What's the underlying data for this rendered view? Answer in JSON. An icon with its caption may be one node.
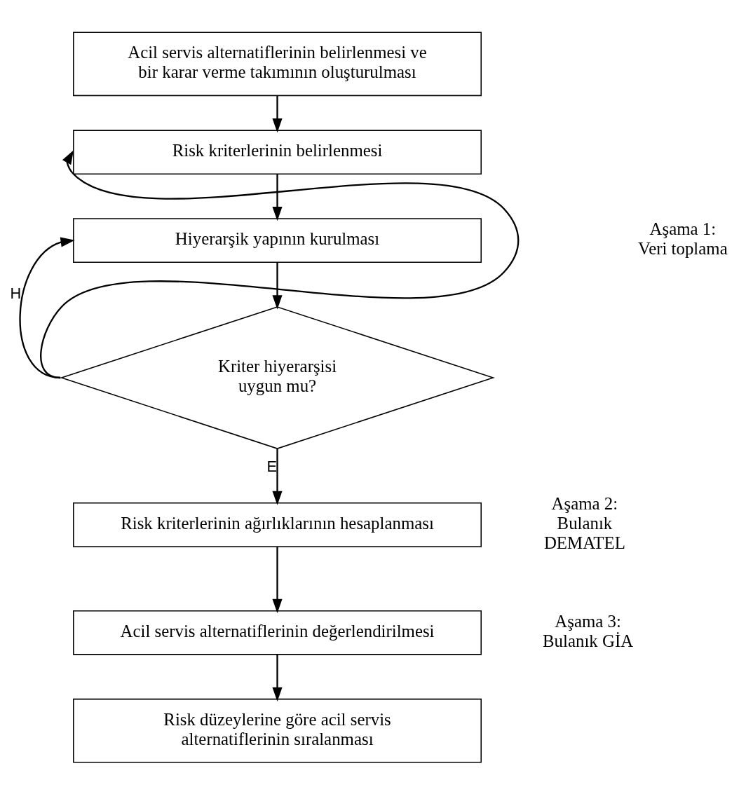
{
  "diagram": {
    "nodes": [
      {
        "text": [
          "Acil servis alternatiflerinin belirlenmesi ve bir karar verme takımının oluşturulması"
        ]
      },
      {
        "text": [
          "Risk kriterlerinin belirlenmesi"
        ]
      },
      {
        "text": [
          "Hiyerarşik yapının kurulması"
        ]
      },
      {
        "text": [
          "Kriter hiyerarşisi uygun mu?"
        ]
      },
      {
        "text": [
          "Risk kriterlerinin ağırlıklarının hesaplanması"
        ]
      },
      {
        "text": [
          "Acil servis alternatiflerinin değerlendirilmesi"
        ]
      },
      {
        "text": [
          "Risk düzeylerine göre acil servis alternatiflerinin sıralanması"
        ]
      }
    ],
    "edges": [
      {
        "from": 0,
        "to": 1,
        "arrow": "to"
      },
      {
        "from": 1,
        "to": 2,
        "arrow": "to"
      },
      {
        "from": 2,
        "to": 3,
        "arrow": "to"
      },
      {
        "from": 3,
        "to": 1,
        "arrow": "to"
      },
      {
        "from": 3,
        "to": 2,
        "arrow": "to",
        "label": "H"
      },
      {
        "from": 3,
        "to": 4,
        "arrow": "to",
        "label": "E"
      },
      {
        "from": 4,
        "to": 5,
        "arrow": "to"
      },
      {
        "from": 5,
        "to": 6,
        "arrow": "to"
      }
    ],
    "labels": [
      "Aşama 1: Veri toplama",
      "Aşama 2: Bulanık DEMATEL",
      "Aşama 3: Bulanık GİA"
    ]
  }
}
